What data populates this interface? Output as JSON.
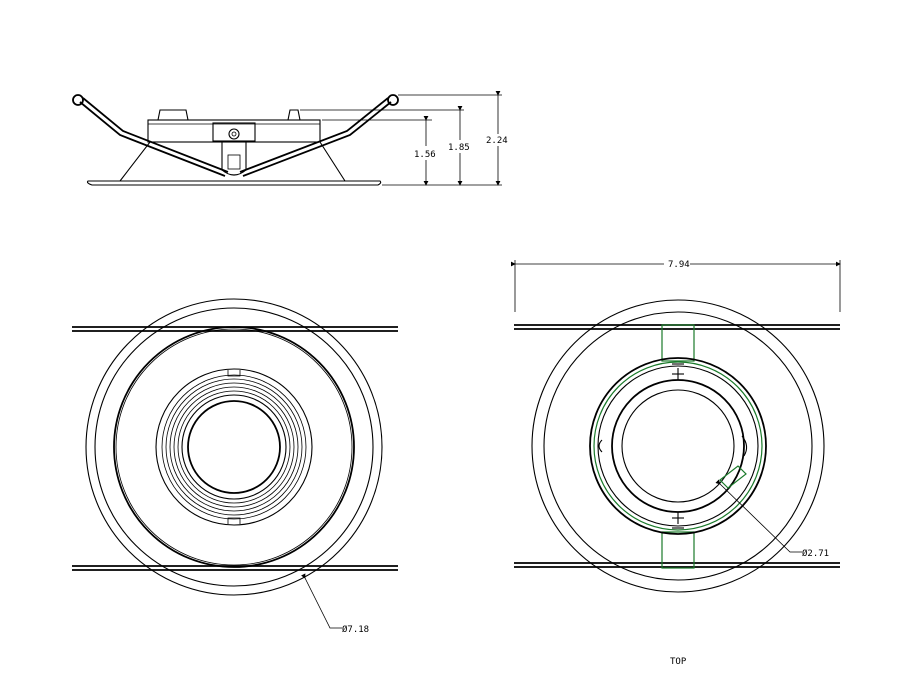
{
  "dimensions": {
    "height_1": "1.56",
    "height_2": "1.85",
    "height_3": "2.24",
    "width": "7.94",
    "diameter_outer": "Ø7.18",
    "diameter_inner": "Ø2.71"
  },
  "view_label": "TOP",
  "colors": {
    "line": "#000000",
    "accent": "#1a7a2a"
  }
}
